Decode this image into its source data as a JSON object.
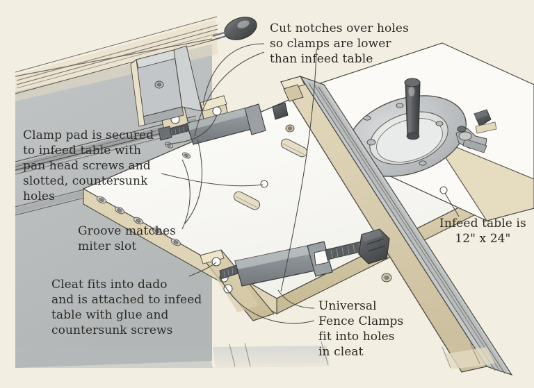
{
  "illustration": {
    "title": "Router table infeed table with universal fence clamps",
    "background_color": "#f2eee1",
    "table_gray": "#b9bcbd",
    "fence_tan": "#e0d6bb",
    "infeed_white": "#fbfaf7",
    "wood_tan": "#ddd2b4",
    "metal_gray": "#8d9296",
    "dark_knob": "#5a5c5e",
    "line_color": "#3a3732"
  },
  "callouts": [
    {
      "name": "cut-notches",
      "text": "Cut notches over holes\nso clamps are lower\nthan infeed table"
    },
    {
      "name": "clamp-pad",
      "text": "Clamp pad is secured\nto infeed table with\npan head screws and\nslotted, countersunk\nholes"
    },
    {
      "name": "groove-matches",
      "text": "Groove matches\nmiter slot"
    },
    {
      "name": "cleat-fits",
      "text": "Cleat fits into dado\nand is attached to infeed\ntable with glue and\ncountersunk screws"
    },
    {
      "name": "universal-fence-clamps",
      "text": "Universal\nFence Clamps\nfit into holes\nin cleat"
    },
    {
      "name": "infeed-table-size",
      "text": "Infeed table is\n12\" x 24\""
    }
  ],
  "parts": {
    "router_table": "router-table-top",
    "fence": "router-fence",
    "infeed_table": "infeed-table",
    "cleat": "cleat",
    "clamp_pad": "clamp-pad",
    "insert_plate": "router-insert-plate",
    "fence_lever": "fence-lock-lever",
    "miter_slot": "miter-slot",
    "clamp_upper": "universal-fence-clamp-upper",
    "clamp_lower": "universal-fence-clamp-lower"
  }
}
